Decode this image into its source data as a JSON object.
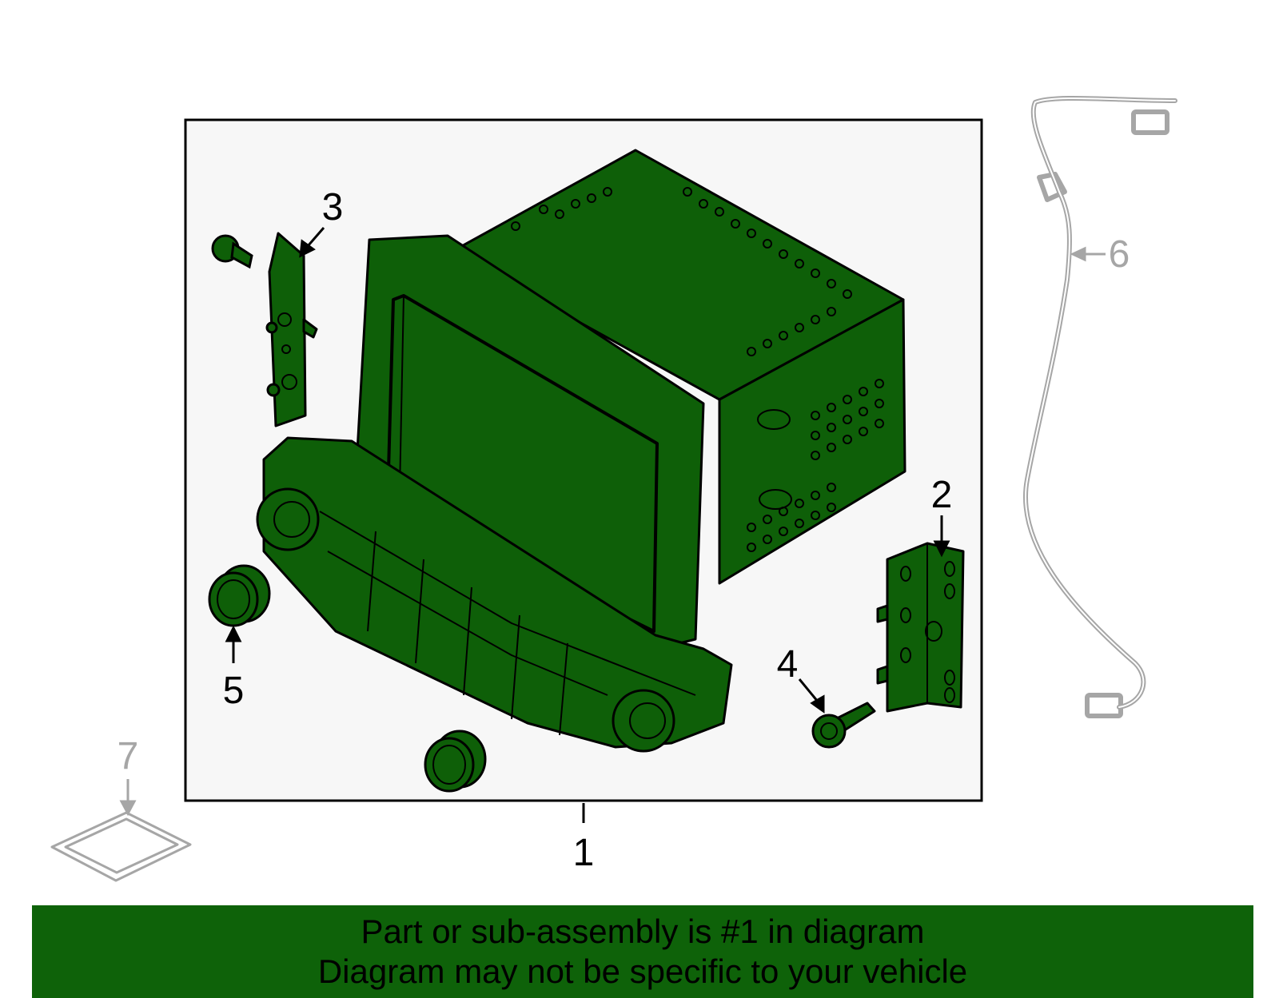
{
  "colors": {
    "part_fill": "#0e5f08",
    "line": "#000000",
    "box_bg": "#f7f7f7",
    "accessory_line": "#a6a6a6",
    "banner_bg": "#0e6209"
  },
  "callouts": {
    "c1": "1",
    "c2": "2",
    "c3": "3",
    "c4": "4",
    "c5": "5",
    "c6": "6",
    "c7": "7"
  },
  "banner": {
    "line1": "Part or sub-assembly is #1 in diagram",
    "line2": "Diagram may not be specific to your vehicle"
  }
}
